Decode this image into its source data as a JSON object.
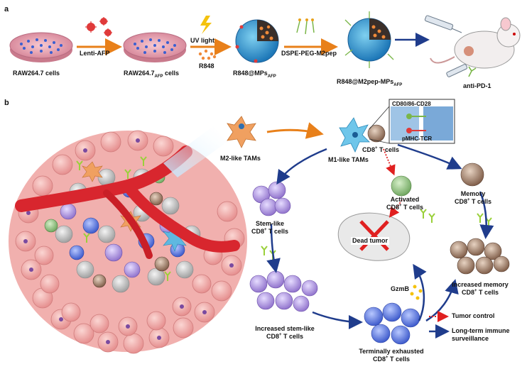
{
  "panel_a": {
    "label": "a",
    "steps": [
      {
        "name": "raw-cells",
        "label": "RAW264.7 cells"
      },
      {
        "name": "raw-afp-cells",
        "label_main": "RAW264.7",
        "label_sub": "AFP",
        "label_tail": " cells"
      },
      {
        "name": "r848-mps",
        "label_main": "R848@MPs",
        "label_sub": "AFP"
      },
      {
        "name": "r848-m2pep-mps",
        "label_main": "R848@M2pep-MPs",
        "label_sub": "AFP"
      },
      {
        "name": "mouse",
        "label": "anti-PD-1"
      }
    ],
    "arrows": {
      "lenti": "Lenti-AFP",
      "uv": "UV light",
      "r848": "R848",
      "dspe": "DSPE-PEG-M2pep"
    }
  },
  "panel_b": {
    "label": "b",
    "m2_tams": "M2-like TAMs",
    "m1_tams": "M1-like TAMs",
    "cd8_t": "CD8",
    "cd8_t_tail": " T cells",
    "inset": {
      "top": "CD80/86-CD28",
      "bottom": "pMHC-TCR"
    },
    "activated": {
      "line1": "Activated",
      "line2": "CD8",
      "tail": " T cells"
    },
    "memory": {
      "line1": "Memory",
      "line2": "CD8",
      "tail": " T cells"
    },
    "stem_like": {
      "line1": "Stem-like",
      "line2": "CD8",
      "tail": " T cells"
    },
    "dead_tumor": "Dead tumor",
    "increased_memory": {
      "line1": "Increased memory",
      "line2": "CD8",
      "tail": " T cells"
    },
    "increased_stem": {
      "line1": "Increased stem-like",
      "line2": "CD8",
      "tail": " T cells"
    },
    "terminal": {
      "line1": "Terminally exhausted",
      "line2": "CD8",
      "tail": " T cells"
    },
    "gzmb": "GzmB",
    "sup_plus": "+",
    "legend": {
      "tumor_control": "Tumor control",
      "surveillance_1": "Long-term immune",
      "surveillance_2": "surveillance"
    }
  },
  "colors": {
    "arrow_orange": "#e8801a",
    "arrow_navy": "#1f3c8c",
    "tumor_control_red": "#e02020",
    "vessel_red": "#d8262e",
    "cell_pink": "#f4a7a7",
    "dish_pink": "#e8a6b5",
    "tcell_blue": "#4a6fd8",
    "stem_purple": "#a28ad6",
    "memory_brown": "#8a6a55"
  }
}
